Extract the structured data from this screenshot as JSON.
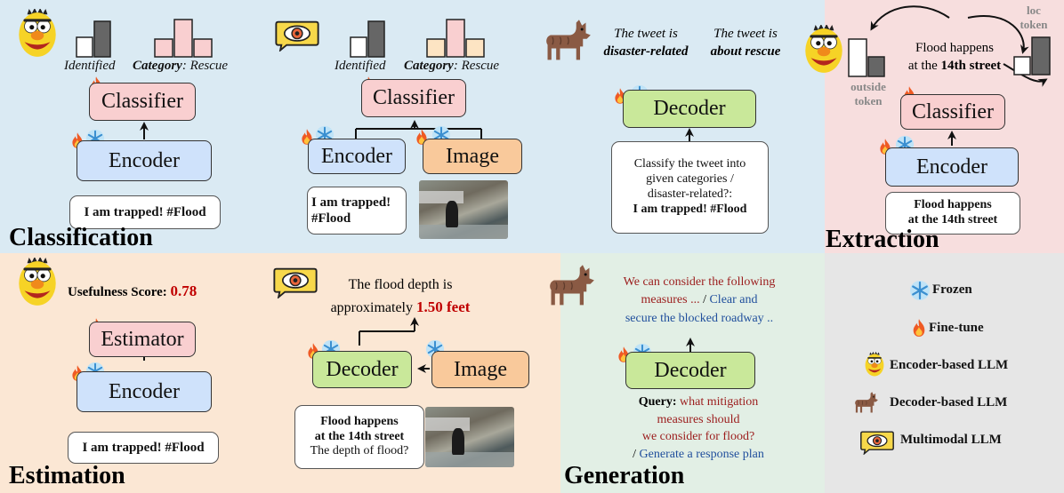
{
  "classification": {
    "title": "Classification",
    "p1": {
      "caption_identified": "Identified",
      "caption_category_label": "Category",
      "caption_category_value": ": Rescue",
      "classifier_label": "Classifier",
      "encoder_label": "Encoder",
      "input_text": "I am trapped! #Flood"
    },
    "p2": {
      "caption_identified": "Identified",
      "caption_category_label": "Category",
      "caption_category_value": ": Rescue",
      "classifier_label": "Classifier",
      "encoder_label": "Encoder",
      "image_label": "Image",
      "input_line1": "I am trapped!",
      "input_line2": "#Flood"
    },
    "p3": {
      "out1_line1": "The tweet is",
      "out1_line2": "disaster-related",
      "out2_line1": "The tweet is",
      "out2_line2": "about rescue",
      "decoder_label": "Decoder",
      "prompt_line1": "Classify the tweet into",
      "prompt_line2": "given categories /",
      "prompt_line3": "disaster-related?:",
      "prompt_line4": "I am trapped! #Flood"
    }
  },
  "extraction": {
    "title": "Extraction",
    "loc_label_1": "loc",
    "loc_label_2": "token",
    "outside_label_1": "outside",
    "outside_label_2": "token",
    "sentence_line1": "Flood happens",
    "sentence_line2_prefix": "at the ",
    "sentence_line2_bold": "14th street",
    "classifier_label": "Classifier",
    "encoder_label": "Encoder",
    "input_line1": "Flood happens",
    "input_line2": "at the 14th street"
  },
  "estimation": {
    "title": "Estimation",
    "score_label": "Usefulness Score:",
    "score_value": "0.78",
    "estimator_label": "Estimator",
    "encoder_label": "Encoder",
    "input_text": "I am trapped! #Flood",
    "mm_output_line1": "The flood depth is",
    "mm_output_line2_prefix": "approximately ",
    "mm_output_line2_value": "1.50 feet",
    "decoder_label": "Decoder",
    "image_label": "Image",
    "mm_input_line1": "Flood happens",
    "mm_input_line2": "at the 14th street",
    "mm_input_line3": "The depth of flood?"
  },
  "generation": {
    "title": "Generation",
    "out_line1": "We can consider the following",
    "out_line2_a": "measures ... ",
    "out_line2_sep": "/ ",
    "out_line2_b": "Clear and",
    "out_line3": "secure the blocked roadway ..",
    "decoder_label": "Decoder",
    "query_label": "Query:",
    "query_line1": " what mitigation",
    "query_line2": "measures should",
    "query_line3": "we consider for flood?",
    "query_line4_sep": "/ ",
    "query_line4": "Generate a response plan"
  },
  "legend": {
    "frozen": "Frozen",
    "finetune": "Fine-tune",
    "encoder_llm": "Encoder-based LLM",
    "decoder_llm": "Decoder-based LLM",
    "multimodal_llm": "Multimodal LLM"
  },
  "colors": {
    "classification_bg": "#daeaf3",
    "extraction_bg": "#f7dede",
    "estimation_bg": "#fbe7d4",
    "generation_bg": "#e2efe5",
    "legend_bg": "#e6e6e6",
    "value_red": "#c00000",
    "query_red": "#9b1c1c",
    "response_blue": "#1f4e9c"
  }
}
